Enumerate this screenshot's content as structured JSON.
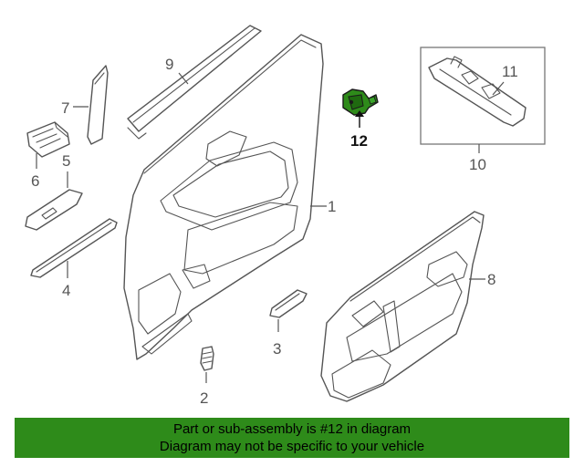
{
  "diagram": {
    "callouts": {
      "c1": "1",
      "c2": "2",
      "c3": "3",
      "c4": "4",
      "c5": "5",
      "c6": "6",
      "c7": "7",
      "c8": "8",
      "c9": "9",
      "c10": "10",
      "c11": "11",
      "c12": "12"
    },
    "highlight_color": "#2e8b1a"
  },
  "banner": {
    "line1": "Part or sub-assembly is #12 in diagram",
    "line2": "Diagram may not be specific to your vehicle",
    "background_color": "#2e8b1a"
  }
}
